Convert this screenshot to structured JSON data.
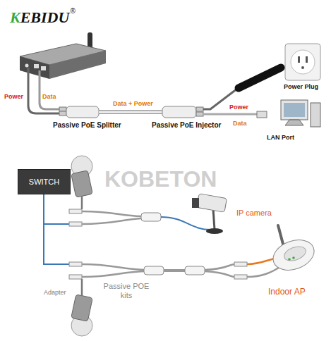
{
  "diagram": {
    "nodes": [
      {
        "text": [
          "SWITCH"
        ]
      }
    ],
    "labels": [
      "KEBIDU",
      "®",
      "Power",
      "Data",
      "Data + Power",
      "Passive PoE Splitter",
      "Passive PoE Injector",
      "Power",
      "Power Plug",
      "Data",
      "LAN Port",
      "KOBETON",
      "IP camera",
      "Passive POE kits",
      "Adapter",
      "Indoor AP"
    ]
  }
}
